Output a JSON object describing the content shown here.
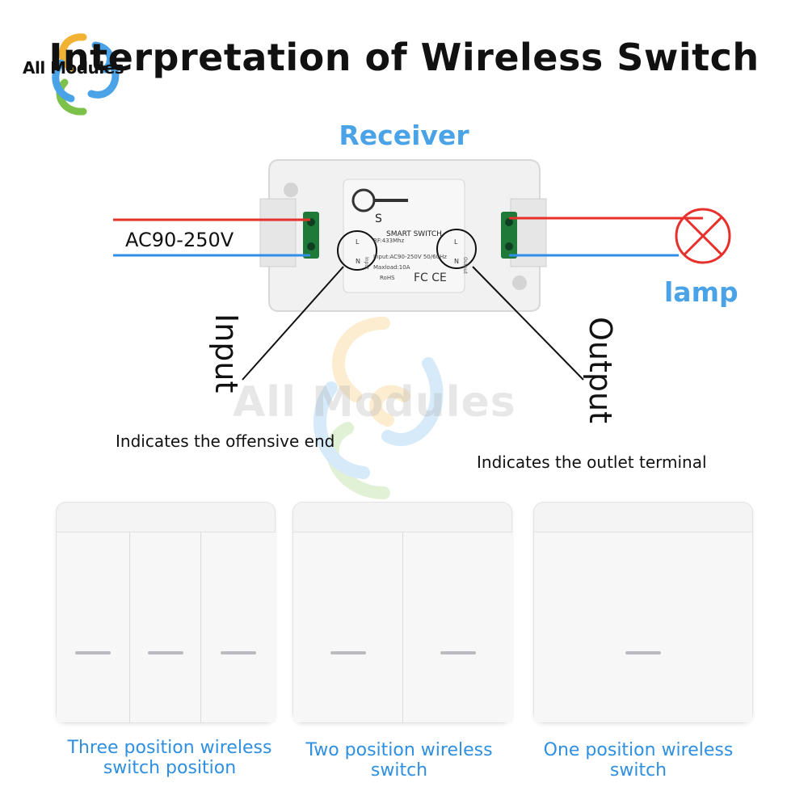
{
  "title": "Interpretation of Wireless Switch",
  "logo": {
    "text": "All Modules",
    "icon": "spiral-logo-icon"
  },
  "watermark": {
    "text": "All Modules"
  },
  "receiver": {
    "label": "Receiver",
    "device": {
      "brand_line": "SMART SWITCH",
      "rf": "RF:433Mhz",
      "input_spec": "Input:AC90-250V  50/60Hz",
      "maxload": "Maxload:10A",
      "rohs": "RoHS",
      "cert": "FC CE",
      "input_terminals": [
        "L",
        "N"
      ],
      "output_terminals": [
        "L",
        "N"
      ],
      "input_tag": "Input",
      "output_tag": "Output"
    }
  },
  "supply": {
    "voltage": "AC90-250V",
    "live_color": "#e8302a",
    "neutral_color": "#2f8fe6"
  },
  "lamp": {
    "label": "lamp",
    "icon": "lamp-icon",
    "color": "#e8302a"
  },
  "input": {
    "label": "Input",
    "description": "Indicates the offensive end"
  },
  "output": {
    "label": "Output",
    "description": "Indicates the outlet terminal"
  },
  "switches": [
    {
      "caption": "Three position wireless switch position",
      "buttons": 3
    },
    {
      "caption": "Two position wireless switch",
      "buttons": 2
    },
    {
      "caption": "One position wireless switch",
      "buttons": 1
    }
  ],
  "colors": {
    "accent": "#4aa3e6",
    "caption": "#2f8fe0"
  }
}
